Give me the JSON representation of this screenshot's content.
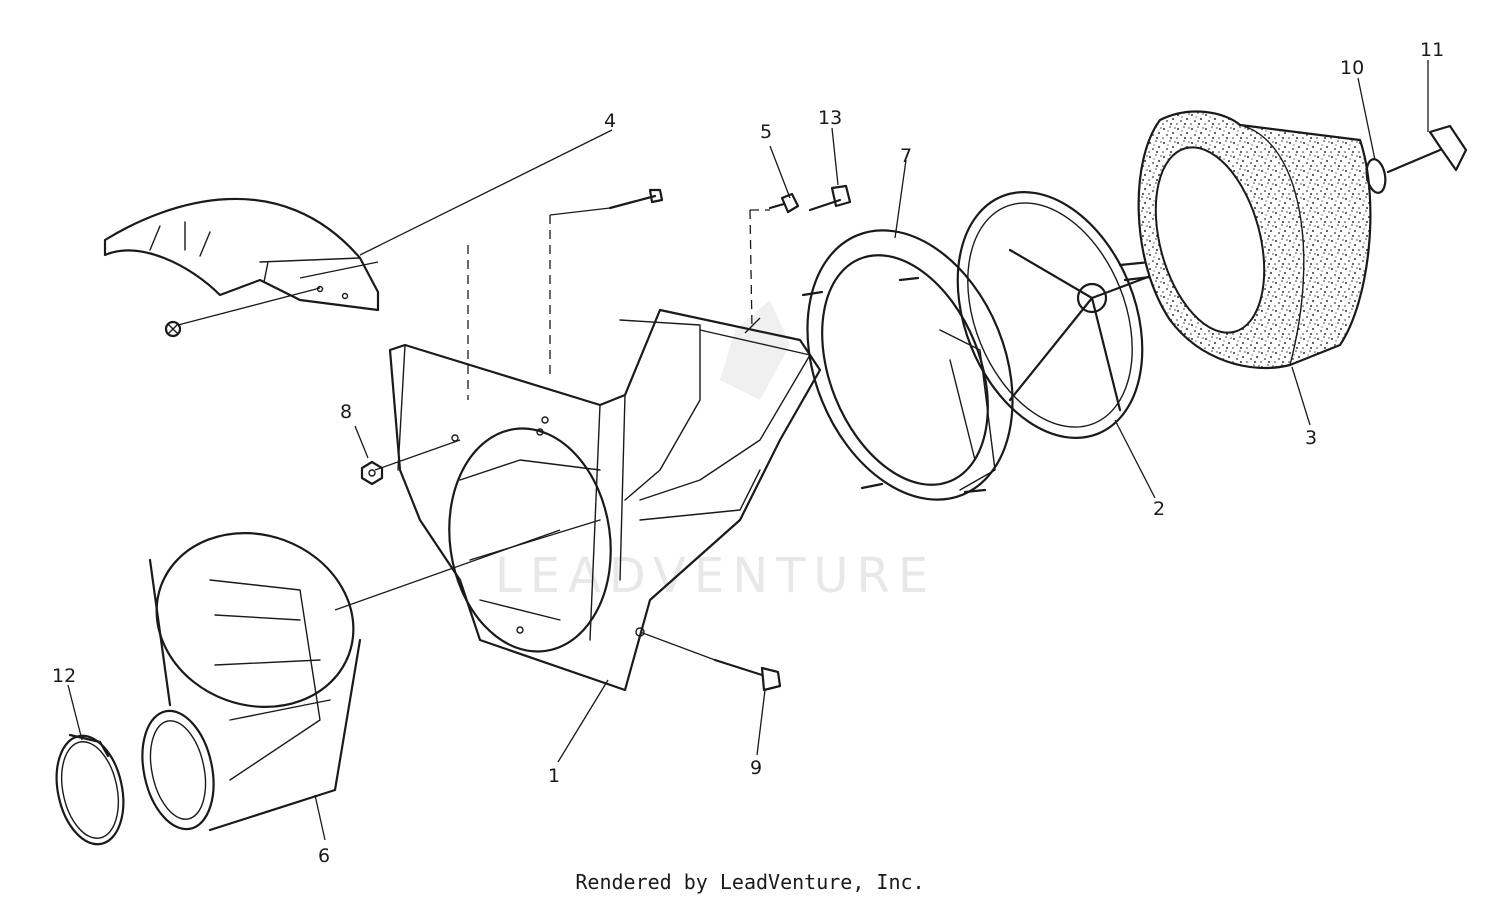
{
  "watermark": "LEADVENTURE",
  "footer": "Rendered by LeadVenture, Inc.",
  "callouts": {
    "c1": "1",
    "c2": "2",
    "c3": "3",
    "c4": "4",
    "c5": "5",
    "c6": "6",
    "c7": "7",
    "c8": "8",
    "c9": "9",
    "c10": "10",
    "c11": "11",
    "c12": "12",
    "c13": "13"
  }
}
